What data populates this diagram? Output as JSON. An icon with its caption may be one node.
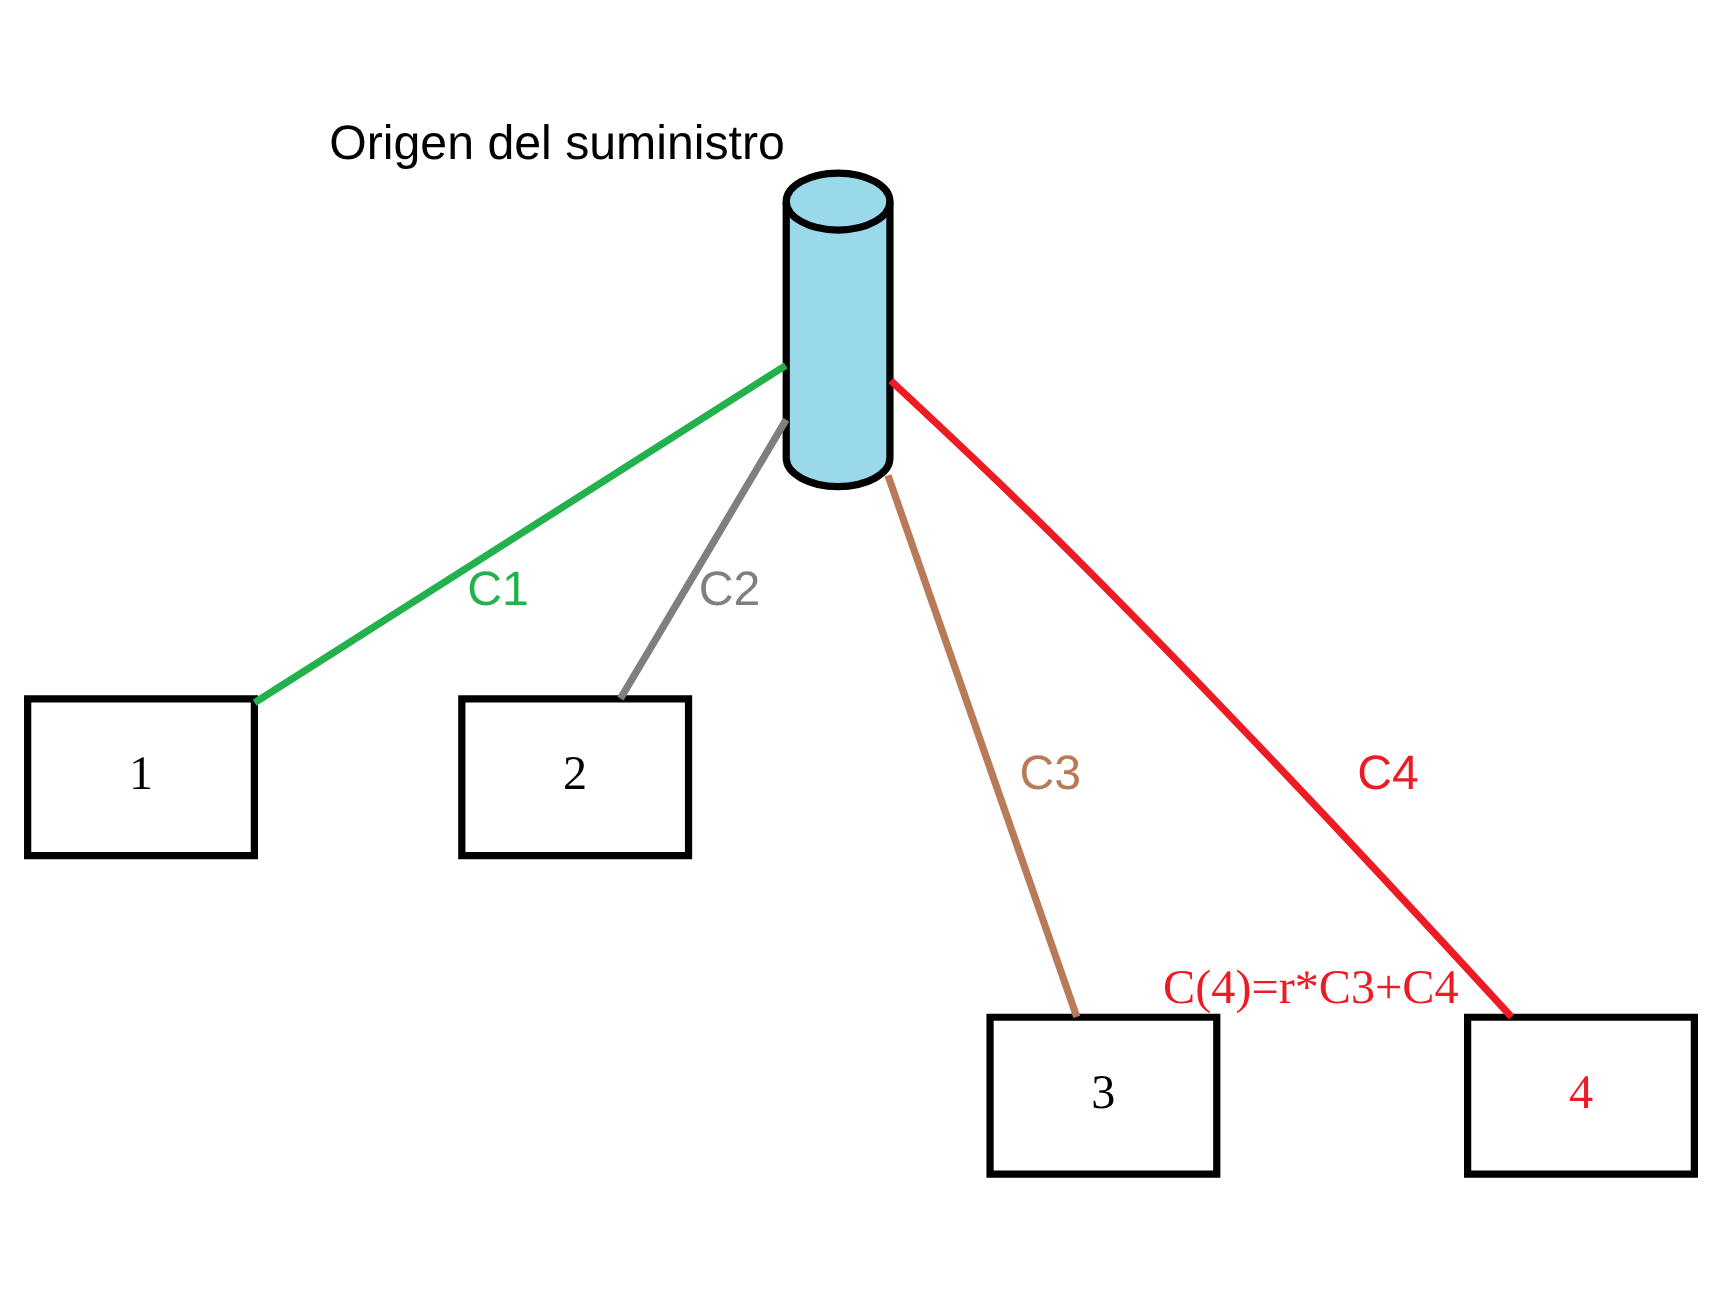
{
  "diagram": {
    "nodes": [
      {
        "text": [],
        "shape": "cylinder",
        "beside": [
          "Origen del suministro"
        ]
      },
      {
        "text": [
          "1"
        ]
      },
      {
        "text": [
          "2"
        ]
      },
      {
        "text": [
          "3"
        ]
      },
      {
        "text": [
          "4"
        ],
        "beside": [
          "C(4)=r*C3+C4"
        ]
      }
    ],
    "edges": [
      {
        "from": 0,
        "to": 1,
        "arrow": "none",
        "label": "C1",
        "color": "#22b14c"
      },
      {
        "from": 0,
        "to": 2,
        "arrow": "none",
        "label": "C2",
        "color": "#7f7f7f"
      },
      {
        "from": 0,
        "to": 3,
        "arrow": "none",
        "label": "C3",
        "color": "#b97a57"
      },
      {
        "from": 0,
        "to": 4,
        "arrow": "none",
        "label": "C4",
        "color": "#ed1c24"
      }
    ]
  }
}
